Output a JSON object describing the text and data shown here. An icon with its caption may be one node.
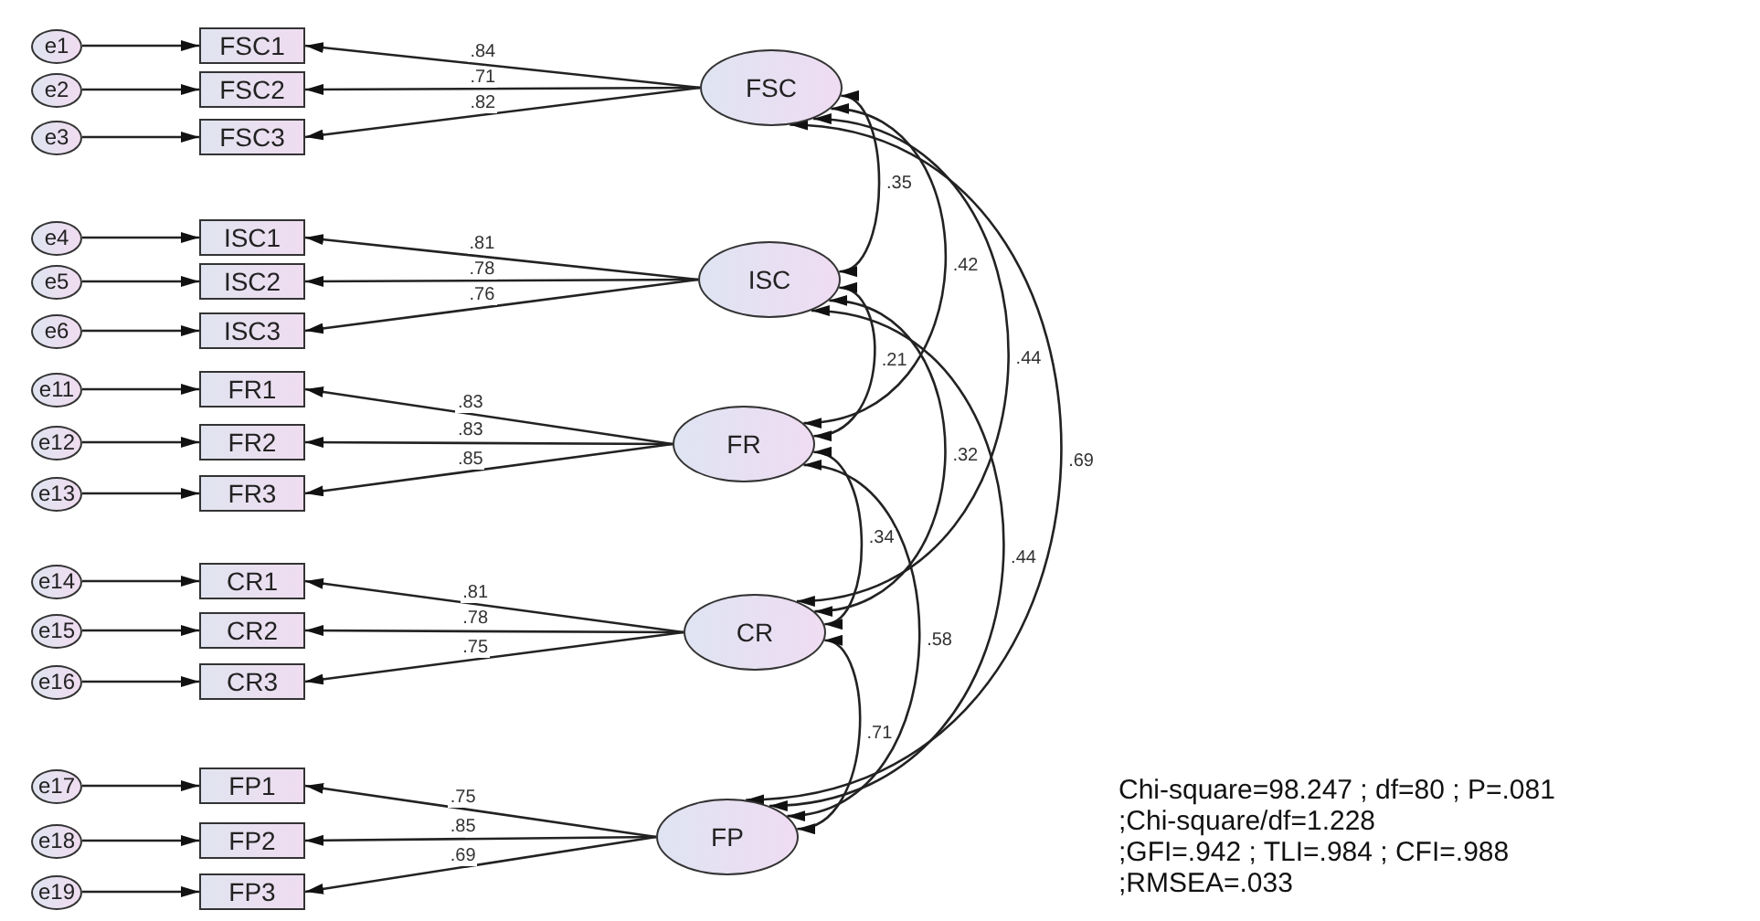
{
  "diagram": {
    "nodes": [
      {
        "text": [
          "e1"
        ]
      },
      {
        "text": [
          "FSC1"
        ]
      },
      {
        "text": [
          "e2"
        ]
      },
      {
        "text": [
          "FSC2"
        ]
      },
      {
        "text": [
          "e3"
        ]
      },
      {
        "text": [
          "FSC3"
        ]
      },
      {
        "text": [
          "FSC"
        ]
      },
      {
        "text": [
          "e4"
        ]
      },
      {
        "text": [
          "ISC1"
        ]
      },
      {
        "text": [
          "e5"
        ]
      },
      {
        "text": [
          "ISC2"
        ]
      },
      {
        "text": [
          "e6"
        ]
      },
      {
        "text": [
          "ISC3"
        ]
      },
      {
        "text": [
          "ISC"
        ]
      },
      {
        "text": [
          "e11"
        ]
      },
      {
        "text": [
          "FR1"
        ]
      },
      {
        "text": [
          "e12"
        ]
      },
      {
        "text": [
          "FR2"
        ]
      },
      {
        "text": [
          "e13"
        ]
      },
      {
        "text": [
          "FR3"
        ]
      },
      {
        "text": [
          "FR"
        ]
      },
      {
        "text": [
          "e14"
        ]
      },
      {
        "text": [
          "CR1"
        ]
      },
      {
        "text": [
          "e15"
        ]
      },
      {
        "text": [
          "CR2"
        ]
      },
      {
        "text": [
          "e16"
        ]
      },
      {
        "text": [
          "CR3"
        ]
      },
      {
        "text": [
          "CR"
        ]
      },
      {
        "text": [
          "e17"
        ]
      },
      {
        "text": [
          "FP1"
        ]
      },
      {
        "text": [
          "e18"
        ]
      },
      {
        "text": [
          "FP2"
        ]
      },
      {
        "text": [
          "e19"
        ]
      },
      {
        "text": [
          "FP3"
        ]
      },
      {
        "text": [
          "FP"
        ]
      }
    ],
    "edges": [
      {
        "from": 0,
        "to": 1,
        "arrow": "to"
      },
      {
        "from": 2,
        "to": 3,
        "arrow": "to"
      },
      {
        "from": 4,
        "to": 5,
        "arrow": "to"
      },
      {
        "from": 6,
        "to": 1,
        "arrow": "to",
        "label": ".84"
      },
      {
        "from": 6,
        "to": 3,
        "arrow": "to",
        "label": ".71"
      },
      {
        "from": 6,
        "to": 5,
        "arrow": "to",
        "label": ".82"
      },
      {
        "from": 7,
        "to": 8,
        "arrow": "to"
      },
      {
        "from": 9,
        "to": 10,
        "arrow": "to"
      },
      {
        "from": 11,
        "to": 12,
        "arrow": "to"
      },
      {
        "from": 13,
        "to": 8,
        "arrow": "to",
        "label": ".81"
      },
      {
        "from": 13,
        "to": 10,
        "arrow": "to",
        "label": ".78"
      },
      {
        "from": 13,
        "to": 12,
        "arrow": "to",
        "label": ".76"
      },
      {
        "from": 14,
        "to": 15,
        "arrow": "to"
      },
      {
        "from": 16,
        "to": 17,
        "arrow": "to"
      },
      {
        "from": 18,
        "to": 19,
        "arrow": "to"
      },
      {
        "from": 20,
        "to": 15,
        "arrow": "to",
        "label": ".83"
      },
      {
        "from": 20,
        "to": 17,
        "arrow": "to",
        "label": ".83"
      },
      {
        "from": 20,
        "to": 19,
        "arrow": "to",
        "label": ".85"
      },
      {
        "from": 21,
        "to": 22,
        "arrow": "to"
      },
      {
        "from": 23,
        "to": 24,
        "arrow": "to"
      },
      {
        "from": 25,
        "to": 26,
        "arrow": "to"
      },
      {
        "from": 27,
        "to": 22,
        "arrow": "to",
        "label": ".81"
      },
      {
        "from": 27,
        "to": 24,
        "arrow": "to",
        "label": ".78"
      },
      {
        "from": 27,
        "to": 26,
        "arrow": "to",
        "label": ".75"
      },
      {
        "from": 28,
        "to": 29,
        "arrow": "to"
      },
      {
        "from": 30,
        "to": 31,
        "arrow": "to"
      },
      {
        "from": 32,
        "to": 33,
        "arrow": "to"
      },
      {
        "from": 34,
        "to": 29,
        "arrow": "to",
        "label": ".75"
      },
      {
        "from": 34,
        "to": 31,
        "arrow": "to",
        "label": ".85"
      },
      {
        "from": 34,
        "to": 33,
        "arrow": "to",
        "label": ".69"
      },
      {
        "from": 6,
        "to": 13,
        "arrow": "both",
        "label": ".35"
      },
      {
        "from": 6,
        "to": 20,
        "arrow": "both",
        "label": ".42"
      },
      {
        "from": 6,
        "to": 27,
        "arrow": "both",
        "label": ".44"
      },
      {
        "from": 6,
        "to": 34,
        "arrow": "both",
        "label": ".69"
      },
      {
        "from": 13,
        "to": 20,
        "arrow": "both",
        "label": ".21"
      },
      {
        "from": 13,
        "to": 27,
        "arrow": "both",
        "label": ".32"
      },
      {
        "from": 13,
        "to": 34,
        "arrow": "both",
        "label": ".44"
      },
      {
        "from": 20,
        "to": 27,
        "arrow": "both",
        "label": ".34"
      },
      {
        "from": 20,
        "to": 34,
        "arrow": "both",
        "label": ".58"
      },
      {
        "from": 27,
        "to": 34,
        "arrow": "both",
        "label": ".71"
      }
    ],
    "labels": [
      "Chi-square=98.247 ; df=80 ; P=.081",
      ";Chi-square/df=1.228",
      ";GFI=.942 ; TLI=.984 ; CFI=.988",
      ";RMSEA=.033"
    ]
  }
}
